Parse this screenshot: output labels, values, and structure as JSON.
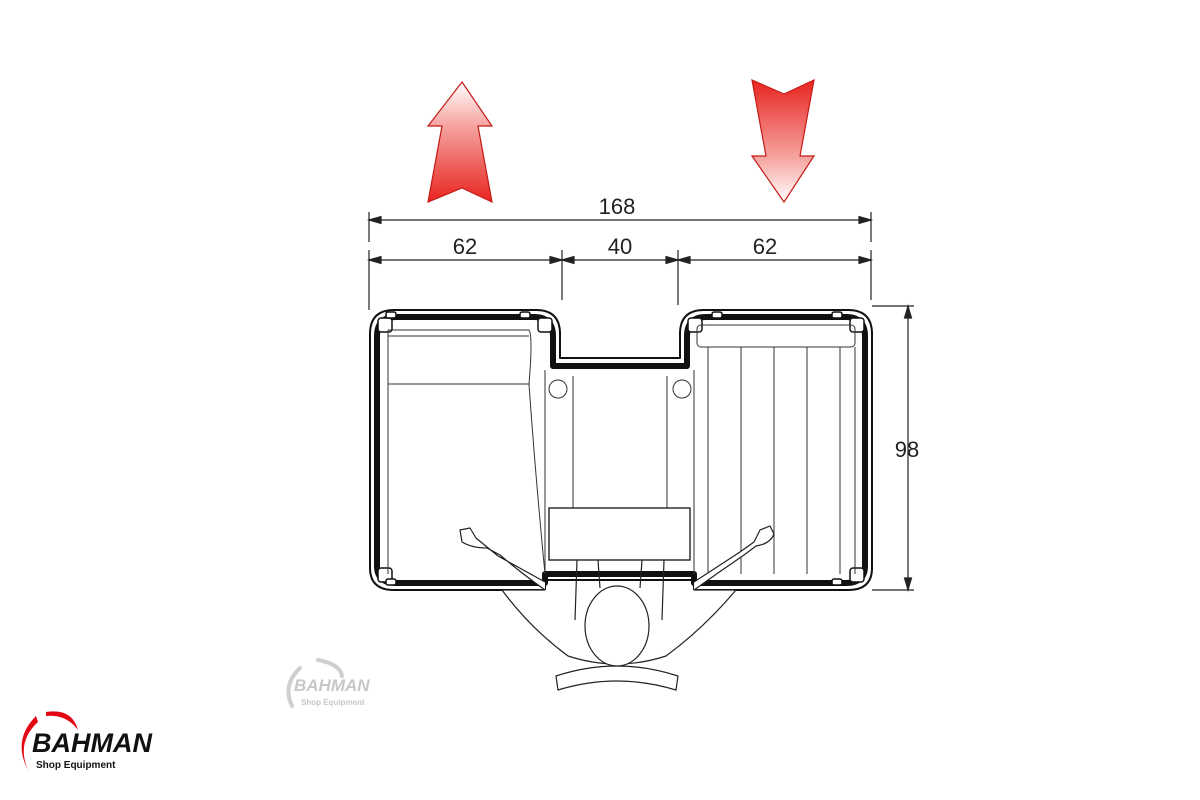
{
  "dimensions": {
    "overall_width": "168",
    "left_section": "62",
    "middle_section": "40",
    "right_section": "62",
    "depth": "98"
  },
  "arrows": [
    {
      "direction": "up",
      "color": "#e8241f"
    },
    {
      "direction": "down",
      "color": "#e8241f"
    }
  ],
  "watermark": {
    "brand": "BAHMAN",
    "tagline": "Shop Equipment",
    "color": "#c7c7c7"
  },
  "logo": {
    "brand": "BAHMAN",
    "tagline": "Shop Equipment",
    "swoosh_color": "#e30613",
    "text_color": "#111111"
  }
}
